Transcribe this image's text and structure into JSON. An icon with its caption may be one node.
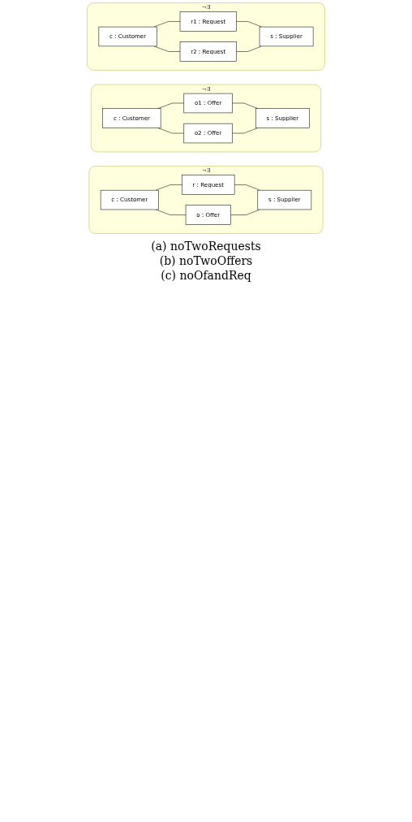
{
  "diagram": {
    "nodes": [
      {
        "text": [
          "¬∃"
        ]
      },
      {
        "text": [
          "r1 : Request"
        ],
        "in": 0
      },
      {
        "text": [
          "c : Customer"
        ],
        "in": 0
      },
      {
        "text": [
          "s : Supplier"
        ],
        "in": 0
      },
      {
        "text": [
          "r2 : Request"
        ],
        "in": 0
      },
      {
        "text": [
          "¬∃"
        ]
      },
      {
        "text": [
          "o1 : Offer"
        ],
        "in": 5
      },
      {
        "text": [
          "c : Customer"
        ],
        "in": 5
      },
      {
        "text": [
          "s : Supplier"
        ],
        "in": 5
      },
      {
        "text": [
          "o2 : Offer"
        ],
        "in": 5
      },
      {
        "text": [
          "¬∃"
        ]
      },
      {
        "text": [
          "r : Request"
        ],
        "in": 10
      },
      {
        "text": [
          "c : Customer"
        ],
        "in": 10
      },
      {
        "text": [
          "s : Supplier"
        ],
        "in": 10
      },
      {
        "text": [
          "o : Offer"
        ],
        "in": 10
      }
    ],
    "edges": [
      {
        "from": 2,
        "to": 1,
        "arrow": "none"
      },
      {
        "from": 1,
        "to": 3,
        "arrow": "none"
      },
      {
        "from": 2,
        "to": 4,
        "arrow": "none"
      },
      {
        "from": 4,
        "to": 3,
        "arrow": "none"
      },
      {
        "from": 7,
        "to": 6,
        "arrow": "none"
      },
      {
        "from": 6,
        "to": 8,
        "arrow": "none"
      },
      {
        "from": 7,
        "to": 9,
        "arrow": "none"
      },
      {
        "from": 9,
        "to": 8,
        "arrow": "none"
      },
      {
        "from": 12,
        "to": 11,
        "arrow": "none"
      },
      {
        "from": 11,
        "to": 13,
        "arrow": "none"
      },
      {
        "from": 12,
        "to": 14,
        "arrow": "none"
      },
      {
        "from": 14,
        "to": 13,
        "arrow": "none"
      }
    ],
    "labels": [
      "(a) noTwoRequests",
      "(b) noTwoOffers",
      "(c) noOfandReq"
    ]
  }
}
